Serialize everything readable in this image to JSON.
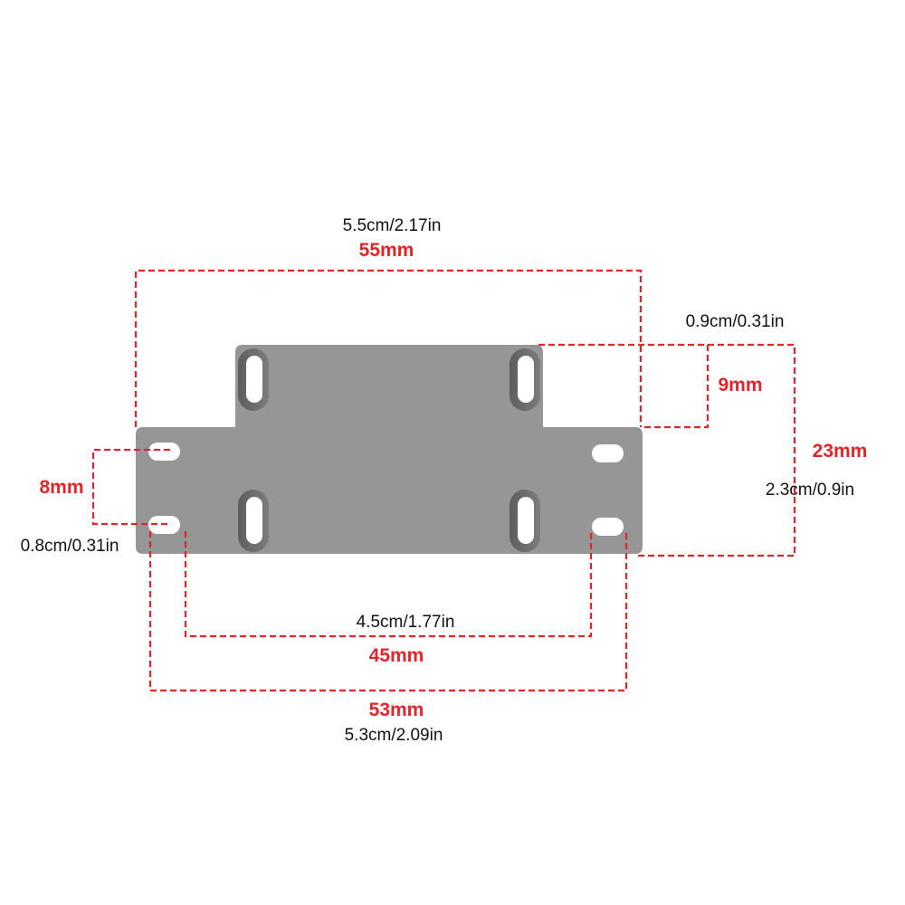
{
  "colors": {
    "dimension": "#e0262b",
    "plate": "#969696",
    "text": "#111111"
  },
  "dimensions": {
    "overall_width": {
      "mm": "55mm",
      "imperial": "5.5cm/2.17in"
    },
    "tab_height": {
      "mm": "9mm",
      "imperial": "0.9cm/0.31in"
    },
    "overall_height": {
      "mm": "23mm",
      "imperial": "2.3cm/0.9in"
    },
    "hole_spacing_vertical": {
      "mm": "8mm",
      "imperial": "0.8cm/0.31in"
    },
    "inner_hole_spacing": {
      "mm": "45mm",
      "imperial": "4.5cm/1.77in"
    },
    "outer_hole_spacing": {
      "mm": "53mm",
      "imperial": "5.3cm/2.09in"
    }
  }
}
